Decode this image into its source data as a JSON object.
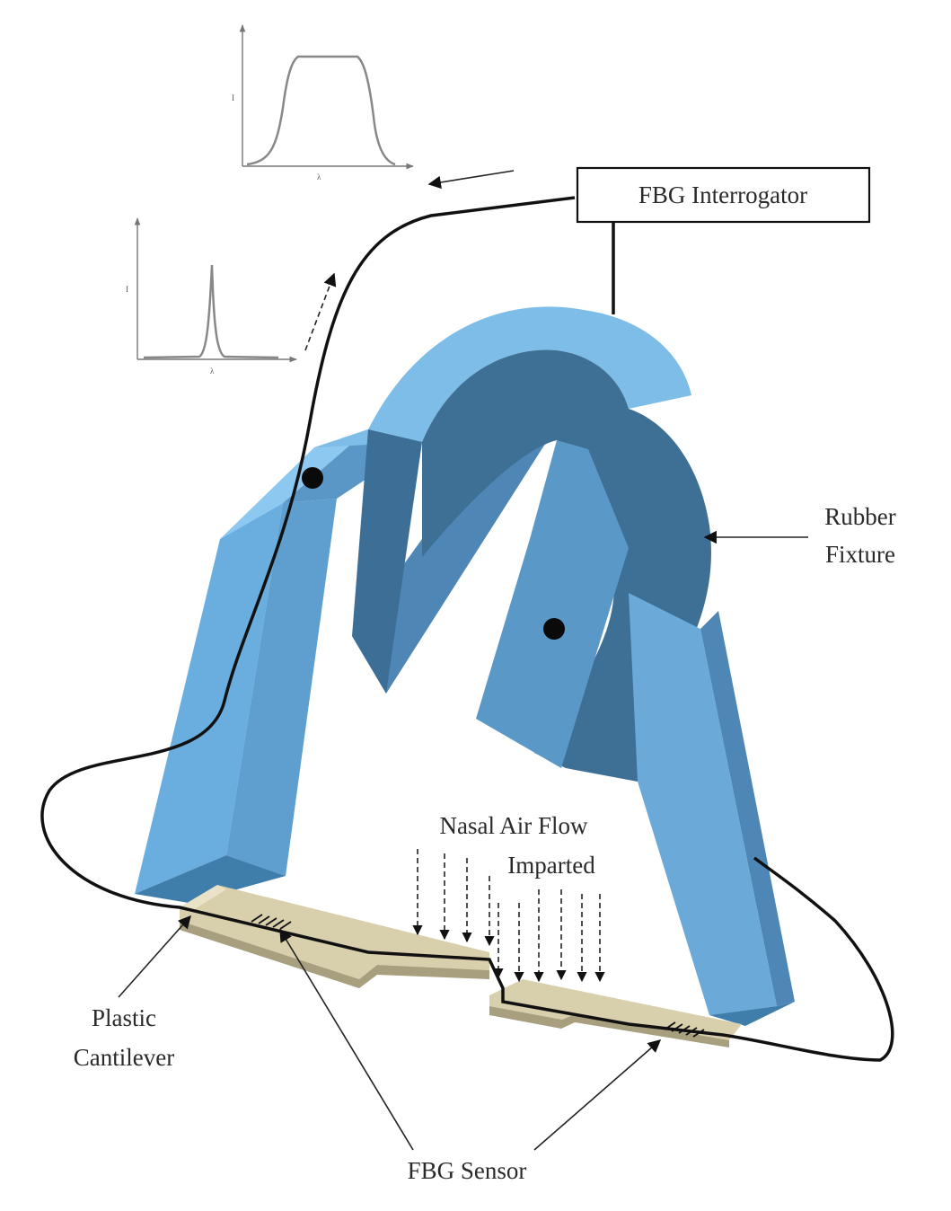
{
  "labels": {
    "interrogator": "FBG Interrogator",
    "rubber_line1": "Rubber",
    "rubber_line2": "Fixture",
    "airflow_line1": "Nasal Air Flow",
    "airflow_line2": "Imparted",
    "plastic_line1": "Plastic",
    "plastic_line2": "Cantilever",
    "sensor": "FBG Sensor"
  },
  "spectrum_plots": [
    {
      "shape": "broadband",
      "y_axis_label": "I",
      "x_axis_label": "λ"
    },
    {
      "shape": "narrow-peak",
      "y_axis_label": "I",
      "x_axis_label": "λ"
    }
  ],
  "colors": {
    "fixture_light": "#74b7e6",
    "fixture_mid": "#5b9ac9",
    "fixture_dark": "#3e6f95",
    "cantilever": "#dcd3b0",
    "fiber": "#111111"
  }
}
